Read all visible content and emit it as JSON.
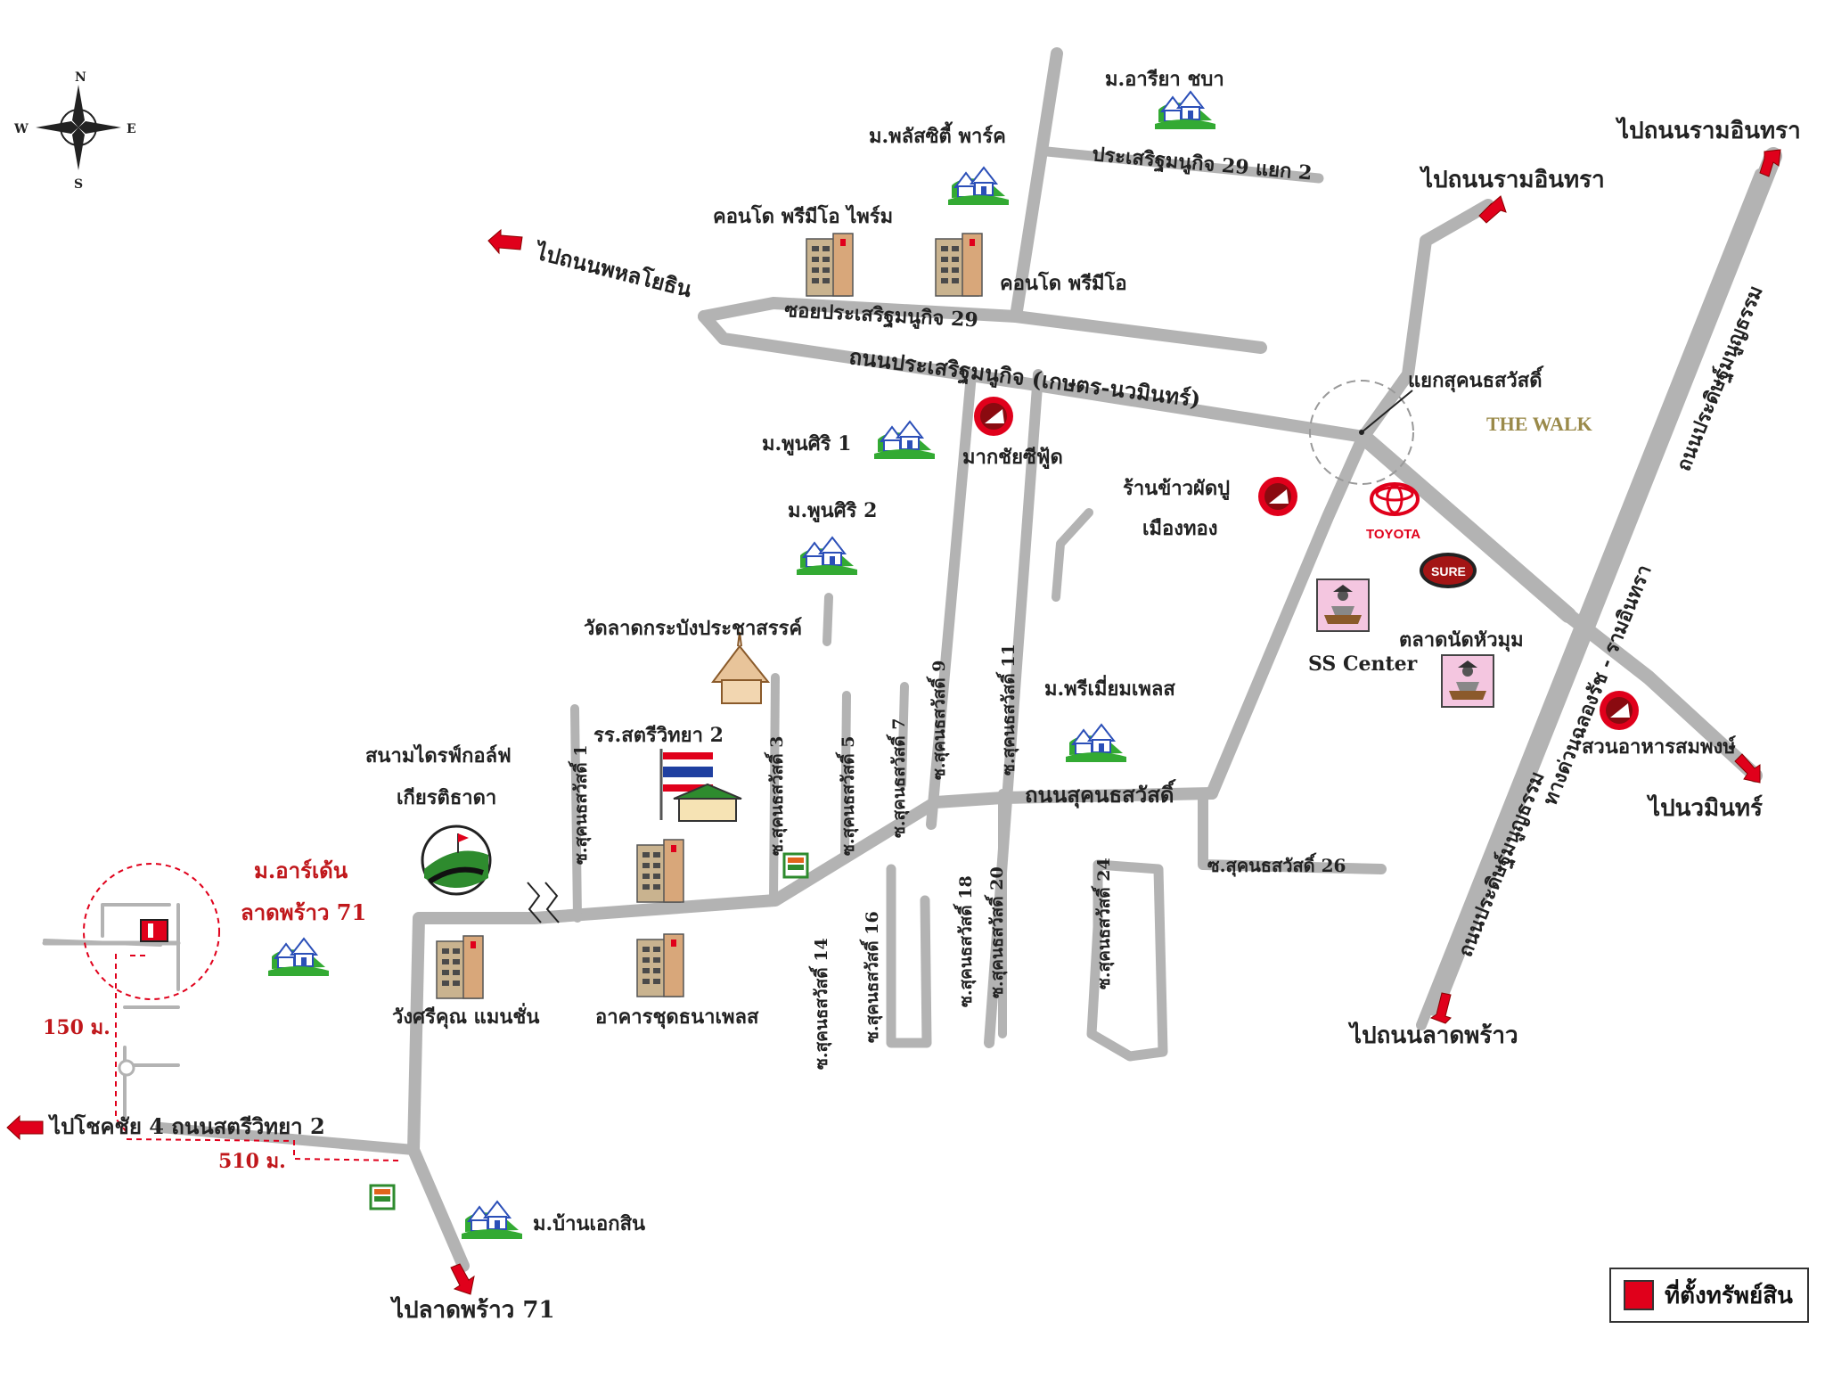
{
  "compass": {
    "n": "N",
    "s": "S",
    "e": "E",
    "w": "W"
  },
  "roads": {
    "prasert_main": "ถนนประเสริฐมนูกิจ (เกษตร-นวมินทร์)",
    "prasert_soi29": "ซอยประเสริฐมนูกิจ 29",
    "prasert_29_yaek2": "ประเสริฐมนูกิจ 29 แยก 2",
    "sukhon": "ถนนสุคนธสวัสดิ์",
    "soi1": "ซ.สุคนธสวัสดิ์ 1",
    "soi3": "ซ.สุคนธสวัสดิ์ 3",
    "soi5": "ซ.สุคนธสวัสดิ์ 5",
    "soi7": "ซ.สุคนธสวัสดิ์ 7",
    "soi9": "ซ.สุคนธสวัสดิ์ 9",
    "soi11": "ซ.สุคนธสวัสดิ์ 11",
    "soi14": "ซ.สุคนธสวัสดิ์ 14",
    "soi16": "ซ.สุคนธสวัสดิ์ 16",
    "soi18": "ซ.สุคนธสวัสดิ์ 18",
    "soi20": "ซ.สุคนธสวัสดิ์ 20",
    "soi24": "ซ.สุคนธสวัสดิ์ 24",
    "soi26": "ซ.สุคนธสวัสดิ์ 26",
    "pradit_top": "ถนนประดิษฐ์มนูญธรรม",
    "pradit_bottom": "ถนนประดิษฐ์มนูญธรรม",
    "expressway": "ทางด่วนฉลองรัช - รามอินทรา"
  },
  "directions": {
    "to_phaholyothin": "ไปถนนพหลโยธิน",
    "to_ramintra_1": "ไปถนนรามอินทรา",
    "to_ramintra_2": "ไปถนนรามอินทรา",
    "to_nawamin": "ไปนวมินทร์",
    "to_ladprao_road": "ไปถนนลาดพร้าว",
    "to_ladprao71": "ไปลาดพร้าว 71",
    "to_chokchai4": "ไปโชคชัย 4  ถนนสตรีวิทยา 2"
  },
  "places": {
    "aria": "ม.อารียา ชบา",
    "plus_city": "ม.พลัสซิตี้ พาร์ค",
    "condo_prime": "คอนโด พรีมีโอ ไพร์ม",
    "condo_primo": "คอนโด พรีมีโอ",
    "poonsiri1": "ม.พูนศิริ 1",
    "poonsiri2": "ม.พูนศิริ 2",
    "mk": "มากชัยซีฟู้ด",
    "restaurant_1": "ร้านข้าวผัดปู",
    "restaurant_2": "เมืองทอง",
    "junction": "แยกสุคนธสวัสดิ์",
    "the_walk": "THE WALK",
    "toyota": "TOYOTA",
    "sure": "SURE",
    "ss_center": "SS Center",
    "market": "ตลาดนัดหัวมุม",
    "suan_ahan": "สวนอาหารสมพงษ์",
    "wat": "วัดลาดกระบังประชาสรรค์",
    "school": "รร.สตรีวิทยา 2",
    "village_prime": "ม.พรีเมี่ยมเพลส",
    "golf_1": "สนามไดรฟ์กอล์ฟ",
    "golf_2": "เกียรติธาดา",
    "arden_1": "ม.อาร์เด้น",
    "arden_2": "ลาดพร้าว 71",
    "wangsri": "วังศรีคุณ แมนชั่น",
    "thana": "อาคารชุดธนาเพลส",
    "ban_ekasin": "ม.บ้านเอกสิน"
  },
  "distances": {
    "d150": "150 ม.",
    "d510": "510 ม."
  },
  "legend": {
    "label": "ที่ตั้งทรัพย์สิน",
    "color": "#e0001b"
  },
  "colors": {
    "road": "#b3b3b3",
    "arrow": "#e0001b",
    "distance": "#c0171b",
    "house_roof": "#2b4fb8",
    "grass": "#33aa33"
  }
}
